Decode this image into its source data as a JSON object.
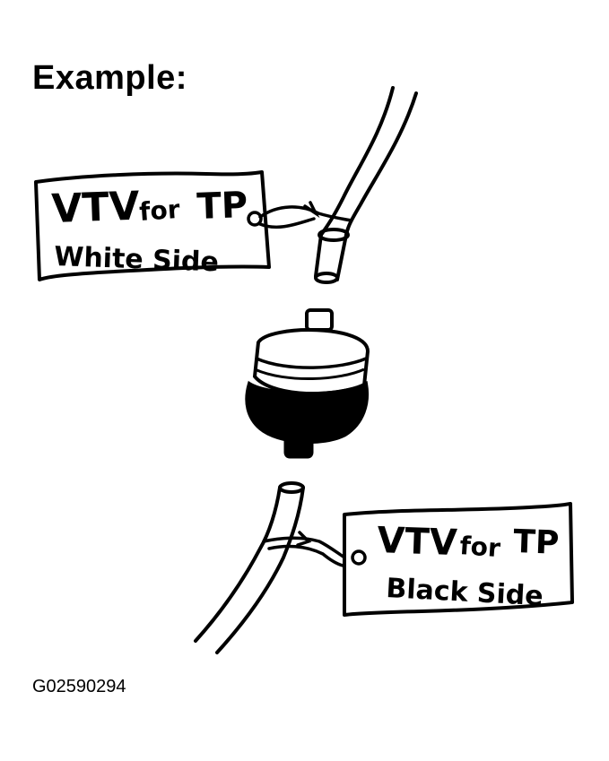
{
  "heading": "Example:",
  "figure_id": "G02590294",
  "tags": {
    "white": {
      "line1_a": "VTV",
      "line1_b": "for",
      "line1_c": "TP",
      "line2": "White Side"
    },
    "black": {
      "line1_a": "VTV",
      "line1_b": "for",
      "line1_c": "TP",
      "line2": "Black Side"
    }
  },
  "colors": {
    "ink": "#000000",
    "paper": "#ffffff"
  }
}
